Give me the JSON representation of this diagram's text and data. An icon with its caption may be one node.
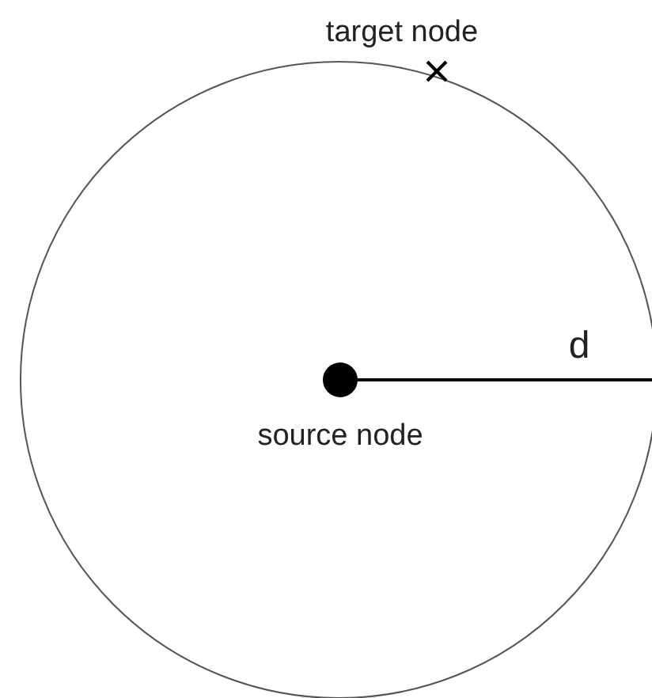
{
  "diagram": {
    "nodes": [
      {
        "text": [],
        "shape": "circle",
        "beside": [
          "source node"
        ]
      },
      {
        "text": [],
        "shape": "cross",
        "beside": [
          "target node"
        ]
      }
    ],
    "labels": [
      "d"
    ]
  }
}
